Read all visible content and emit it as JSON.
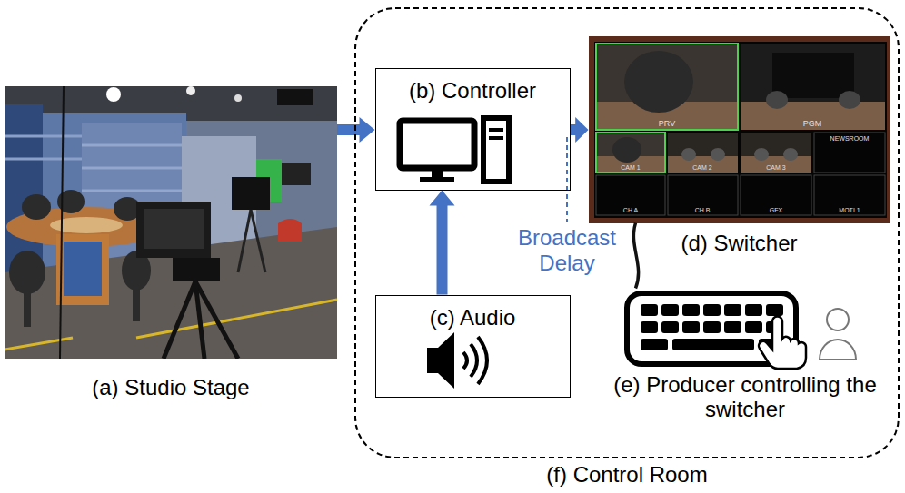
{
  "diagram": {
    "nodes": [
      {
        "text": [
          "(a) Studio Stage"
        ]
      },
      {
        "text": [
          "(f) Control Room"
        ]
      },
      {
        "text": [
          "(b) Controller"
        ],
        "in": 1
      },
      {
        "text": [
          "(d) Switcher"
        ],
        "in": 1
      },
      {
        "text": [
          "(c) Audio"
        ],
        "in": 1
      },
      {
        "text": [
          "(e) Producer controlling the switcher"
        ],
        "in": 1
      }
    ],
    "edges": [
      {
        "from": 0,
        "to": 2,
        "arrow": "to"
      },
      {
        "from": 2,
        "to": 3,
        "arrow": "to"
      },
      {
        "from": 4,
        "to": 2,
        "arrow": "to"
      },
      {
        "from": 5,
        "to": 3,
        "arrow": "none"
      }
    ],
    "labels": [
      "Broadcast Delay",
      "PRV",
      "PGM",
      "CAM 1",
      "CAM 2",
      "CAM 3",
      "NEWSROOM",
      "CH A",
      "CH B",
      "GFX",
      "MOTI 1"
    ]
  }
}
